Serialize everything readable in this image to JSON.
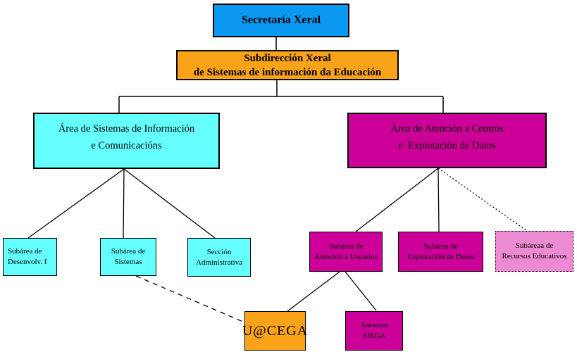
{
  "diagram": {
    "type": "org-chart",
    "colors": {
      "blue": "#0a98f0",
      "orange": "#f9a319",
      "cyan": "#66ffff",
      "magenta": "#cc0099",
      "pink": "#ec8bd2",
      "line": "#000000"
    },
    "nodes": {
      "secretaria": {
        "label": "Secretaría Xeral"
      },
      "subdireccion": {
        "line1": "Subdirección Xeral",
        "line2": "de Sistemas de información da Educación"
      },
      "area_sistemas": {
        "line1": "Área de Sistemas de Información",
        "line2": "e Comunicacións"
      },
      "area_atencion": {
        "line1": "Área de Atención a Centros",
        "line2": "e  Explotación de Datos"
      },
      "sub_desenvolv": {
        "line1": "Subárea de",
        "line2": "Desenvolv. I"
      },
      "sub_sistemas": {
        "line1": "Subárea de",
        "line2": "Sistemas"
      },
      "seccion_admin": {
        "line1": "Sección",
        "line2": "Administrativa"
      },
      "sub_atencion": {
        "line1": "Subárea de",
        "line2": "Atención a Usuarios"
      },
      "sub_explotacion": {
        "line1": "Subárea de",
        "line2": "Explotación de Datos"
      },
      "sub_recursos": {
        "line1": "Subáreaa de",
        "line2": "Recursos Educativos"
      },
      "ucega": {
        "label": "U@CEGA"
      },
      "asesores": {
        "line1": "Asesores",
        "line2": "SIEGA"
      }
    },
    "edges": [
      {
        "from": "secretaria",
        "to": "subdireccion",
        "style": "solid"
      },
      {
        "from": "subdireccion",
        "to": "area_sistemas",
        "style": "solid"
      },
      {
        "from": "subdireccion",
        "to": "area_atencion",
        "style": "solid"
      },
      {
        "from": "area_sistemas",
        "to": "sub_desenvolv",
        "style": "solid"
      },
      {
        "from": "area_sistemas",
        "to": "sub_sistemas",
        "style": "solid"
      },
      {
        "from": "area_sistemas",
        "to": "seccion_admin",
        "style": "solid"
      },
      {
        "from": "area_atencion",
        "to": "sub_atencion",
        "style": "solid"
      },
      {
        "from": "area_atencion",
        "to": "sub_explotacion",
        "style": "solid"
      },
      {
        "from": "area_atencion",
        "to": "sub_recursos",
        "style": "dotted"
      },
      {
        "from": "sub_sistemas",
        "to": "ucega",
        "style": "dashed"
      },
      {
        "from": "sub_atencion",
        "to": "ucega",
        "style": "solid"
      },
      {
        "from": "sub_atencion",
        "to": "asesores",
        "style": "solid"
      }
    ]
  }
}
